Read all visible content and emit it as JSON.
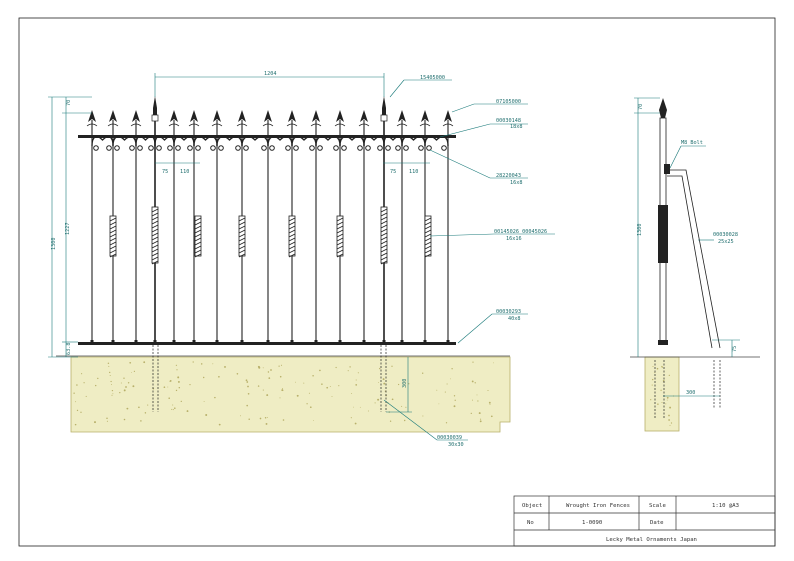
{
  "colors": {
    "line": "#1f1f1f",
    "dimension": "#1a7a7a",
    "concrete": "#efedc4",
    "concrete_edge": "#b8b06a"
  },
  "dimensions": {
    "span": "1204",
    "height_total": "1300",
    "height_inner": "1227",
    "top_margin": "70",
    "bottom_margin": "63.8",
    "gap_small": "75",
    "gap_large": "110",
    "embed_depth": "300",
    "side_height": "1300",
    "side_top": "70",
    "side_base": "300",
    "side_small": "75"
  },
  "callouts": {
    "finial": "15405000",
    "end_spear": "07105000",
    "scroll": {
      "code": "00030148",
      "size": "18x8"
    },
    "ring": {
      "code": "28220043",
      "size": "16x8"
    },
    "twist": {
      "code": "00145026  00045026",
      "size": "16x16"
    },
    "rail": {
      "code": "00030293",
      "size": "40x8"
    },
    "post": {
      "code": "00030039",
      "size": "30x30"
    },
    "bolt": "M8 Bolt",
    "brace": {
      "code": "00030028",
      "size": "25x25"
    }
  },
  "title_block": {
    "object_label": "Object",
    "object_value": "Wrought Iron Fences",
    "scale_label": "Scale",
    "scale_value": "1:10 @A3",
    "no_label": "No",
    "no_value": "1-0090",
    "date_label": "Date",
    "date_value": "",
    "company": "Lecky Metal Ornaments Japan"
  }
}
